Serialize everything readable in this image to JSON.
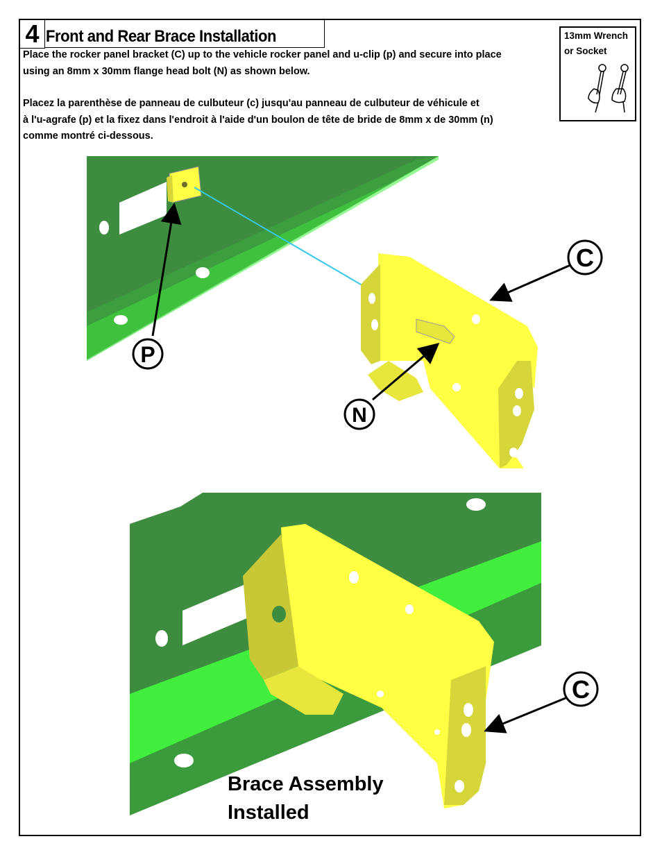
{
  "step": {
    "number": "4",
    "title": "Front and Rear Brace Installation"
  },
  "instructions": {
    "en_line1": "Place  the rocker panel bracket (C) up to the vehicle rocker panel and u-clip (p) and secure into place",
    "en_line2": "using an 8mm x 30mm flange head bolt (N) as shown below.",
    "fr_line1": "Placez la parenthèse de panneau de culbuteur (c) jusqu'au panneau de culbuteur de véhicule et",
    "fr_line2": "à l'u-agrafe (p) et la fixez dans l'endroit à l'aide d'un boulon de tête de bride de 8mm x de 30mm (n)",
    "fr_line3": "comme montré ci-dessous."
  },
  "tool": {
    "line1": "13mm Wrench",
    "line2": "or Socket",
    "icon": "wrench-hands-icon"
  },
  "figure_top": {
    "callouts": {
      "c": "C",
      "p": "P",
      "n": "N"
    }
  },
  "figure_bottom": {
    "callouts": {
      "c": "C"
    },
    "caption_line1": "Brace Assembly",
    "caption_line2": "Installed"
  },
  "colors": {
    "panel_dark": "#3d8c40",
    "panel_light": "#41ee3e",
    "bracket": "#ffff44",
    "bracket_shade": "#d6d63a",
    "bolt_line": "#33c8e8"
  }
}
